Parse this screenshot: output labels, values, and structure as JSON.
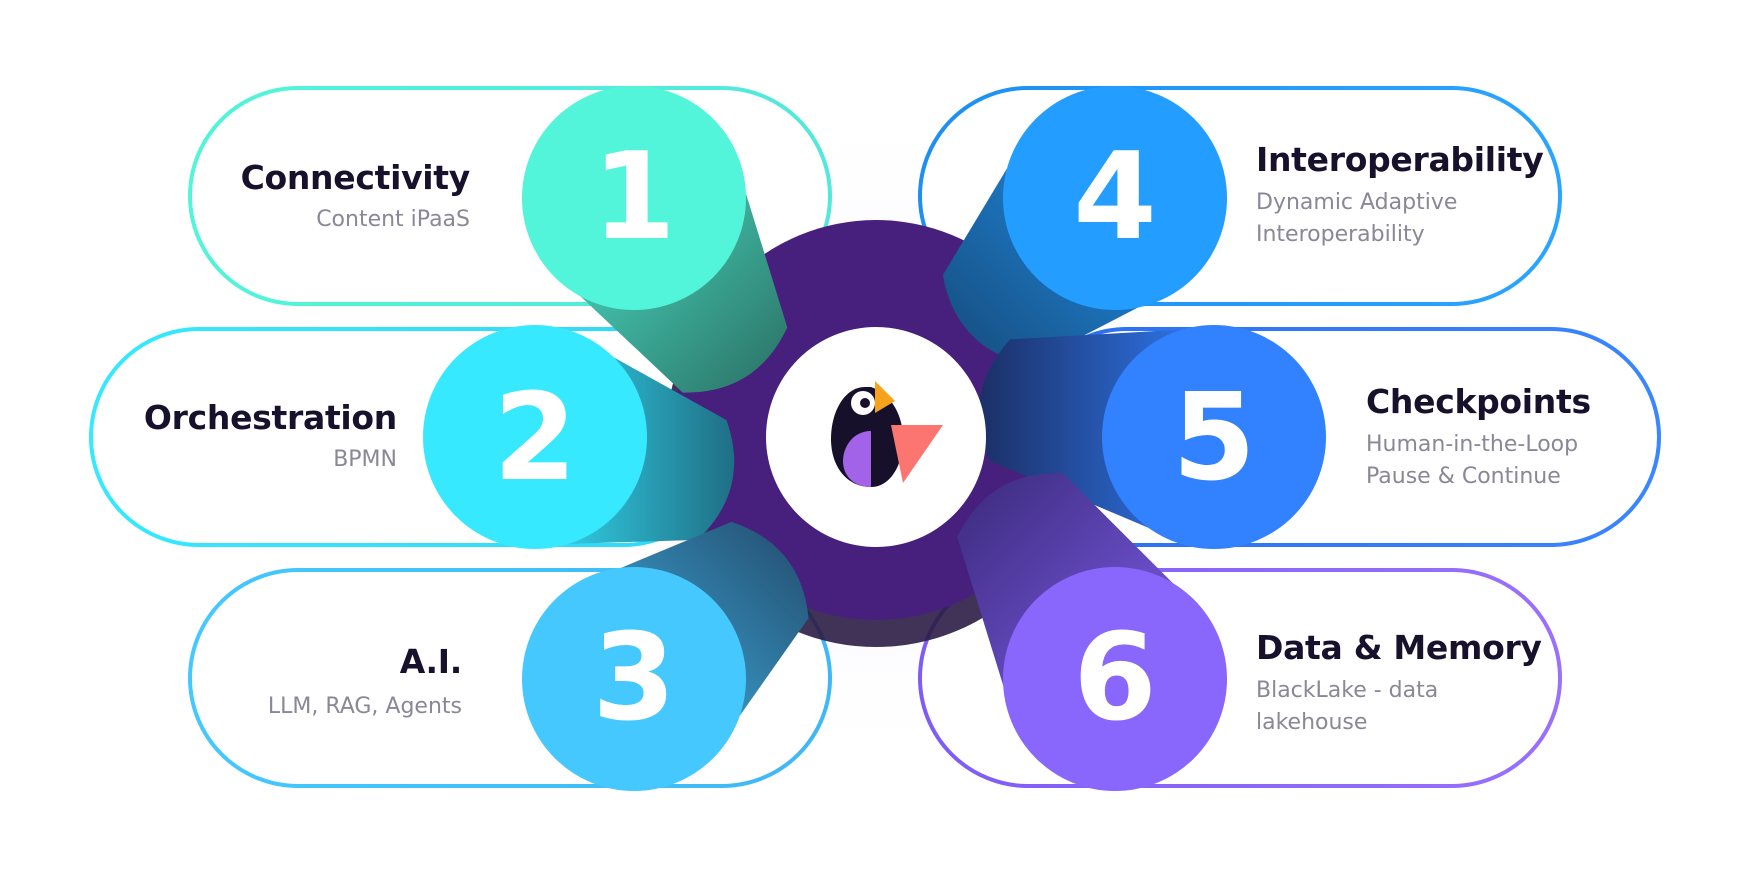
{
  "items": [
    {
      "number": "1",
      "title": "Connectivity",
      "subtitle": [
        "Content iPaaS"
      ],
      "color": "#52f5d9"
    },
    {
      "number": "2",
      "title": "Orchestration",
      "subtitle": [
        "BPMN"
      ],
      "color": "#36e9ff"
    },
    {
      "number": "3",
      "title": "A.I.",
      "subtitle": [
        "LLM, RAG, Agents"
      ],
      "color": "#44c8fe"
    },
    {
      "number": "4",
      "title": "Interoperability",
      "subtitle": [
        "Dynamic Adaptive",
        "Interoperability"
      ],
      "color": "#239dff"
    },
    {
      "number": "5",
      "title": "Checkpoints",
      "subtitle": [
        "Human-in-the-Loop",
        "Pause & Continue"
      ],
      "color": "#3281fe"
    },
    {
      "number": "6",
      "title": "Data & Memory",
      "subtitle": [
        "BlackLake - data",
        "lakehouse"
      ],
      "color": "#8966fc"
    }
  ],
  "colors": {
    "hub": "#47207e",
    "hub_shadow": "#2b1d45",
    "logo_dark": "#17102a",
    "logo_purple": "#a363e8",
    "logo_orange": "#f7a21b",
    "logo_coral": "#fd7570"
  }
}
